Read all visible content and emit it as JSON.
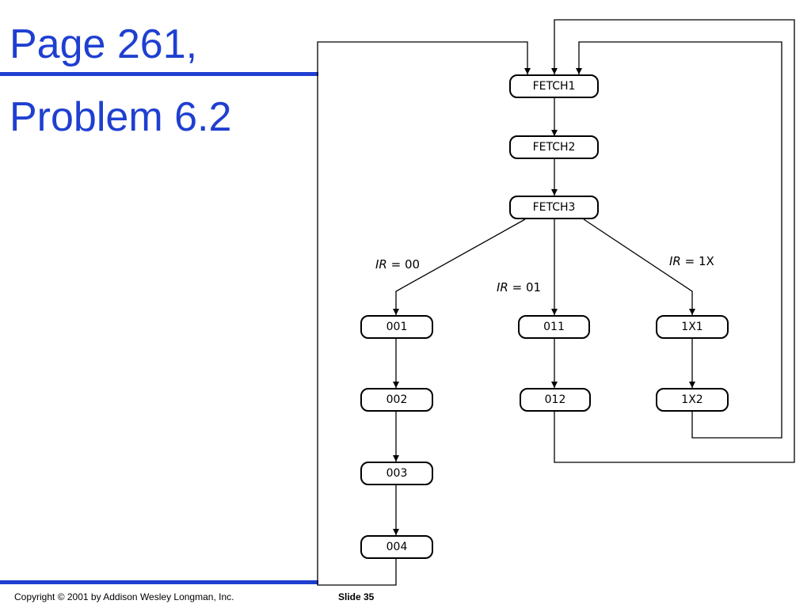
{
  "slide": {
    "title_line1": "Page 261,",
    "title_line2": "Problem 6.2",
    "footer_copyright": "Copyright © 2001 by Addison Wesley Longman, Inc.",
    "footer_slide": "Slide 35",
    "accent_color": "#1f3fd1"
  },
  "diagram": {
    "states": {
      "fetch1": "FETCH1",
      "fetch2": "FETCH2",
      "fetch3": "FETCH3",
      "s001": "001",
      "s002": "002",
      "s003": "003",
      "s004": "004",
      "s011": "011",
      "s012": "012",
      "s1x1": "1X1",
      "s1x2": "1X2"
    },
    "conditions": {
      "ir00_var": "IR",
      "ir00_val": " = 00",
      "ir01_var": "IR",
      "ir01_val": " = 01",
      "ir1x_var": "IR",
      "ir1x_val": " = 1X"
    }
  }
}
